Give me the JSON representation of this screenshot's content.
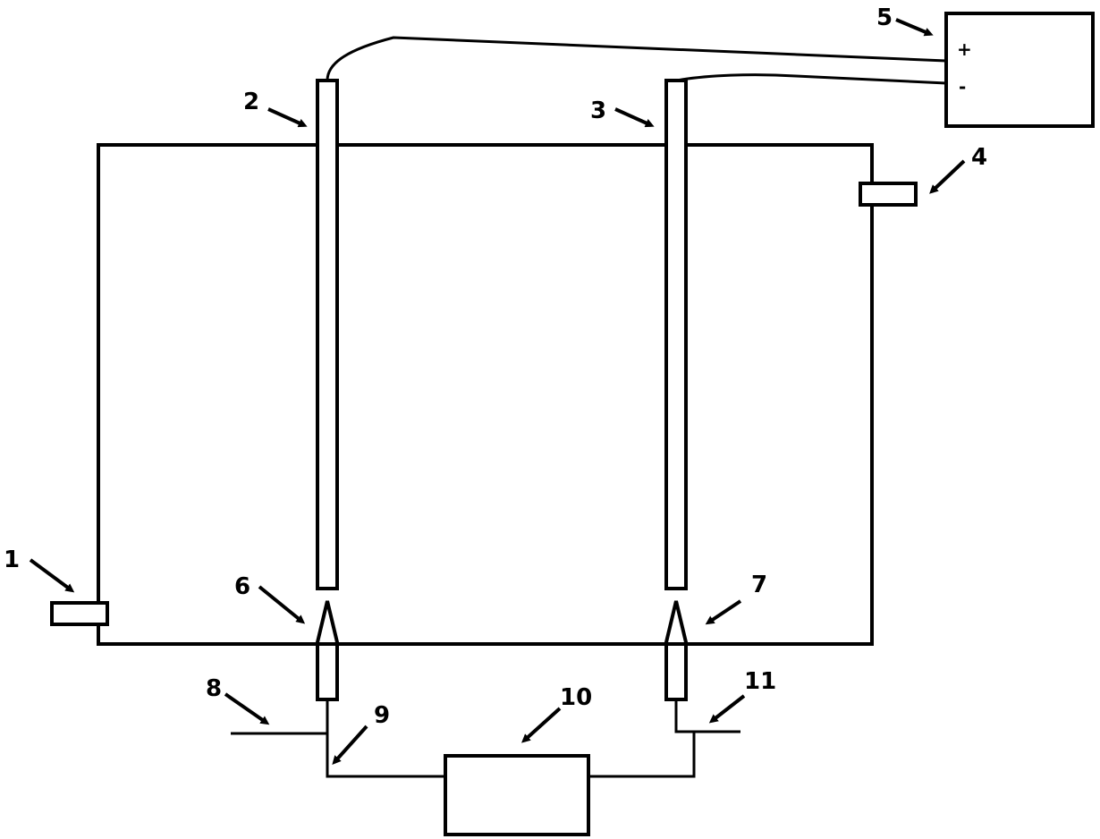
{
  "labels": {
    "l1": "1",
    "l2": "2",
    "l3": "3",
    "l4": "4",
    "l5": "5",
    "l6": "6",
    "l7": "7",
    "l8": "8",
    "l9": "9",
    "l10": "10",
    "l11": "11"
  },
  "power_supply": {
    "positive": "+",
    "negative": "-"
  }
}
